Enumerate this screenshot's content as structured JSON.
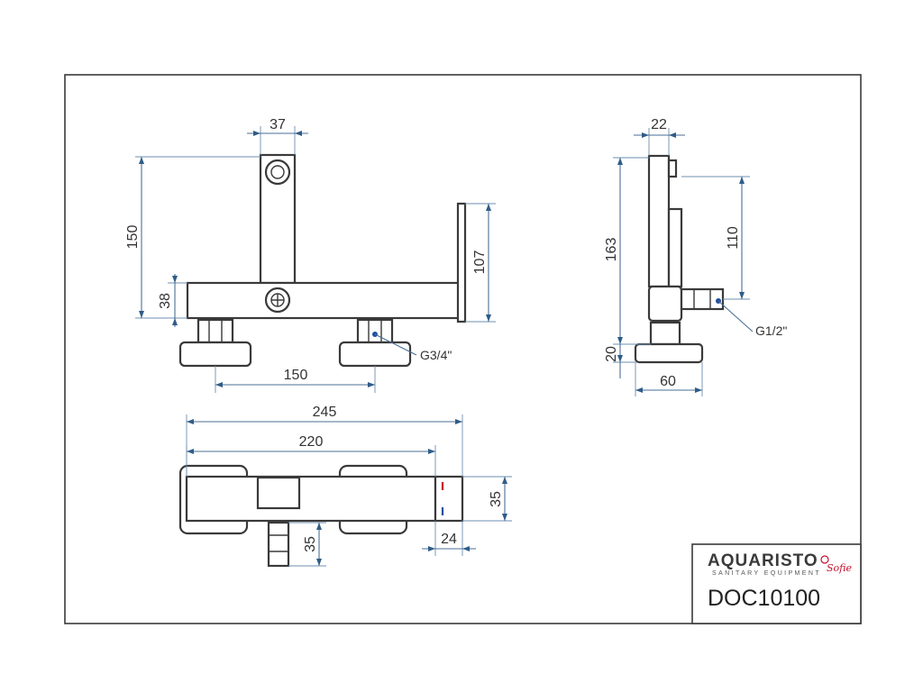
{
  "dimensions": {
    "front_top_width": "37",
    "front_total_height": "150",
    "front_body_height": "38",
    "front_spout_height": "107",
    "front_inlet_spacing": "150",
    "side_width": "22",
    "side_total_height": "163",
    "side_outlet_height": "110",
    "side_flange_height": "20",
    "side_depth": "60",
    "top_total_length": "245",
    "top_body_length": "220",
    "top_handle_depth": "35",
    "top_nozzle_length": "35",
    "top_handle_width": "24"
  },
  "notes": {
    "front_thread": "G3/4\"",
    "side_thread": "G1/2\""
  },
  "title_block": {
    "brand": "AQUARISTO",
    "brand_tagline": "SANITARY EQUIPMENT",
    "brand_script": "Sofie",
    "document_code": "DOC10100"
  },
  "colors": {
    "outline": "#3a3a3a",
    "dimension": "#4a6f95",
    "accent_red": "#c8102e",
    "marker_blue": "#1f4fa0"
  }
}
